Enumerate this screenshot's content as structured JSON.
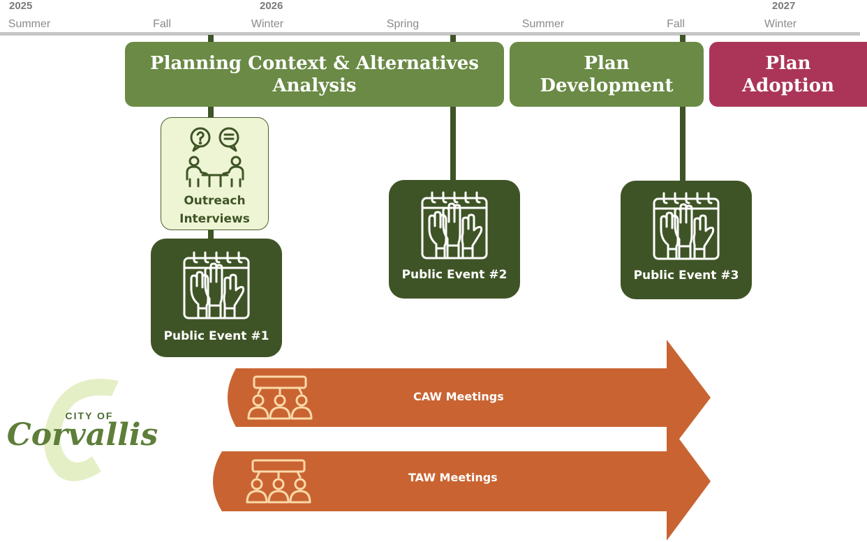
{
  "timeline": {
    "years": [
      "2025",
      "2026",
      "2027"
    ],
    "seasons": [
      "Summer",
      "Fall",
      "Winter",
      "Spring",
      "Summer",
      "Fall",
      "Winter"
    ]
  },
  "phases": [
    {
      "label_line1": "Planning Context & Alternatives",
      "label_line2": "Analysis",
      "color": "#6a8a45"
    },
    {
      "label_line1": "Plan",
      "label_line2": "Development",
      "color": "#6a8a45"
    },
    {
      "label_line1": "Plan",
      "label_line2": "Adoption",
      "color": "#ab3558"
    }
  ],
  "outreach": {
    "label_line1": "Outreach",
    "label_line2": "Interviews",
    "icon": "conversation-icon"
  },
  "events": [
    {
      "label": "Public Event #1",
      "icon": "raised-hands-calendar-icon"
    },
    {
      "label": "Public Event #2",
      "icon": "raised-hands-calendar-icon"
    },
    {
      "label": "Public Event #3",
      "icon": "raised-hands-calendar-icon"
    }
  ],
  "meetings": [
    {
      "label": "CAW Meetings",
      "icon": "group-meeting-icon"
    },
    {
      "label": "TAW Meetings",
      "icon": "group-meeting-icon"
    }
  ],
  "logo": {
    "line1": "CITY OF",
    "line2": "Corvallis"
  },
  "colors": {
    "dark_green": "#3f5426",
    "mid_green": "#6a8a45",
    "light_green": "#eef5d5",
    "adoption_red": "#ab3558",
    "arrow_orange": "#c96432",
    "icon_peach": "#fbd9a8",
    "axis_gray": "#c6c6c6"
  }
}
